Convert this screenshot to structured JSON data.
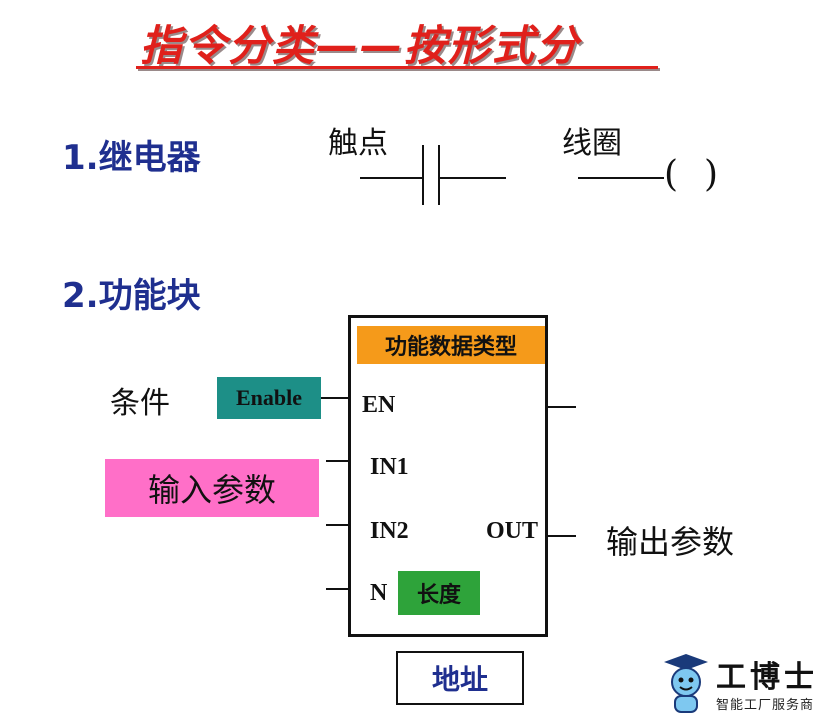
{
  "title": "指令分类——按形式分",
  "section1": {
    "heading": "1.继电器",
    "contact_label": "触点",
    "coil_label": "线圈",
    "coil_symbol_left": "(",
    "coil_symbol_right": ")"
  },
  "section2": {
    "heading": "2.功能块",
    "block": {
      "type_label": "功能数据类型",
      "pins": {
        "en": "EN",
        "in1": "IN1",
        "in2": "IN2",
        "n": "N",
        "out": "OUT"
      },
      "enable_label": "Enable",
      "length_label": "长度",
      "address_label": "地址"
    },
    "condition_label": "条件",
    "input_params_label": "输入参数",
    "output_params_label": "输出参数"
  },
  "logo": {
    "name": "工博士",
    "slogan": "智能工厂服务商"
  },
  "colors": {
    "title": "#e0201b",
    "heading": "#1f2f8f",
    "type_box": "#f59a1a",
    "enable_box": "#1d8f87",
    "input_box": "#ff6fc8",
    "length_box": "#2ea33a"
  }
}
